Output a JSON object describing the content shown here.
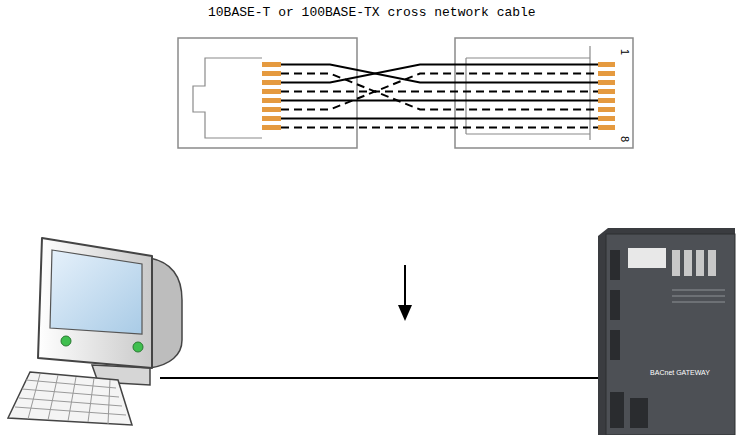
{
  "diagram": {
    "title": "10BASE-T or 100BASE-TX cross network cable",
    "labels": [
      "1",
      "8",
      "BACnet GATEWAY"
    ]
  }
}
